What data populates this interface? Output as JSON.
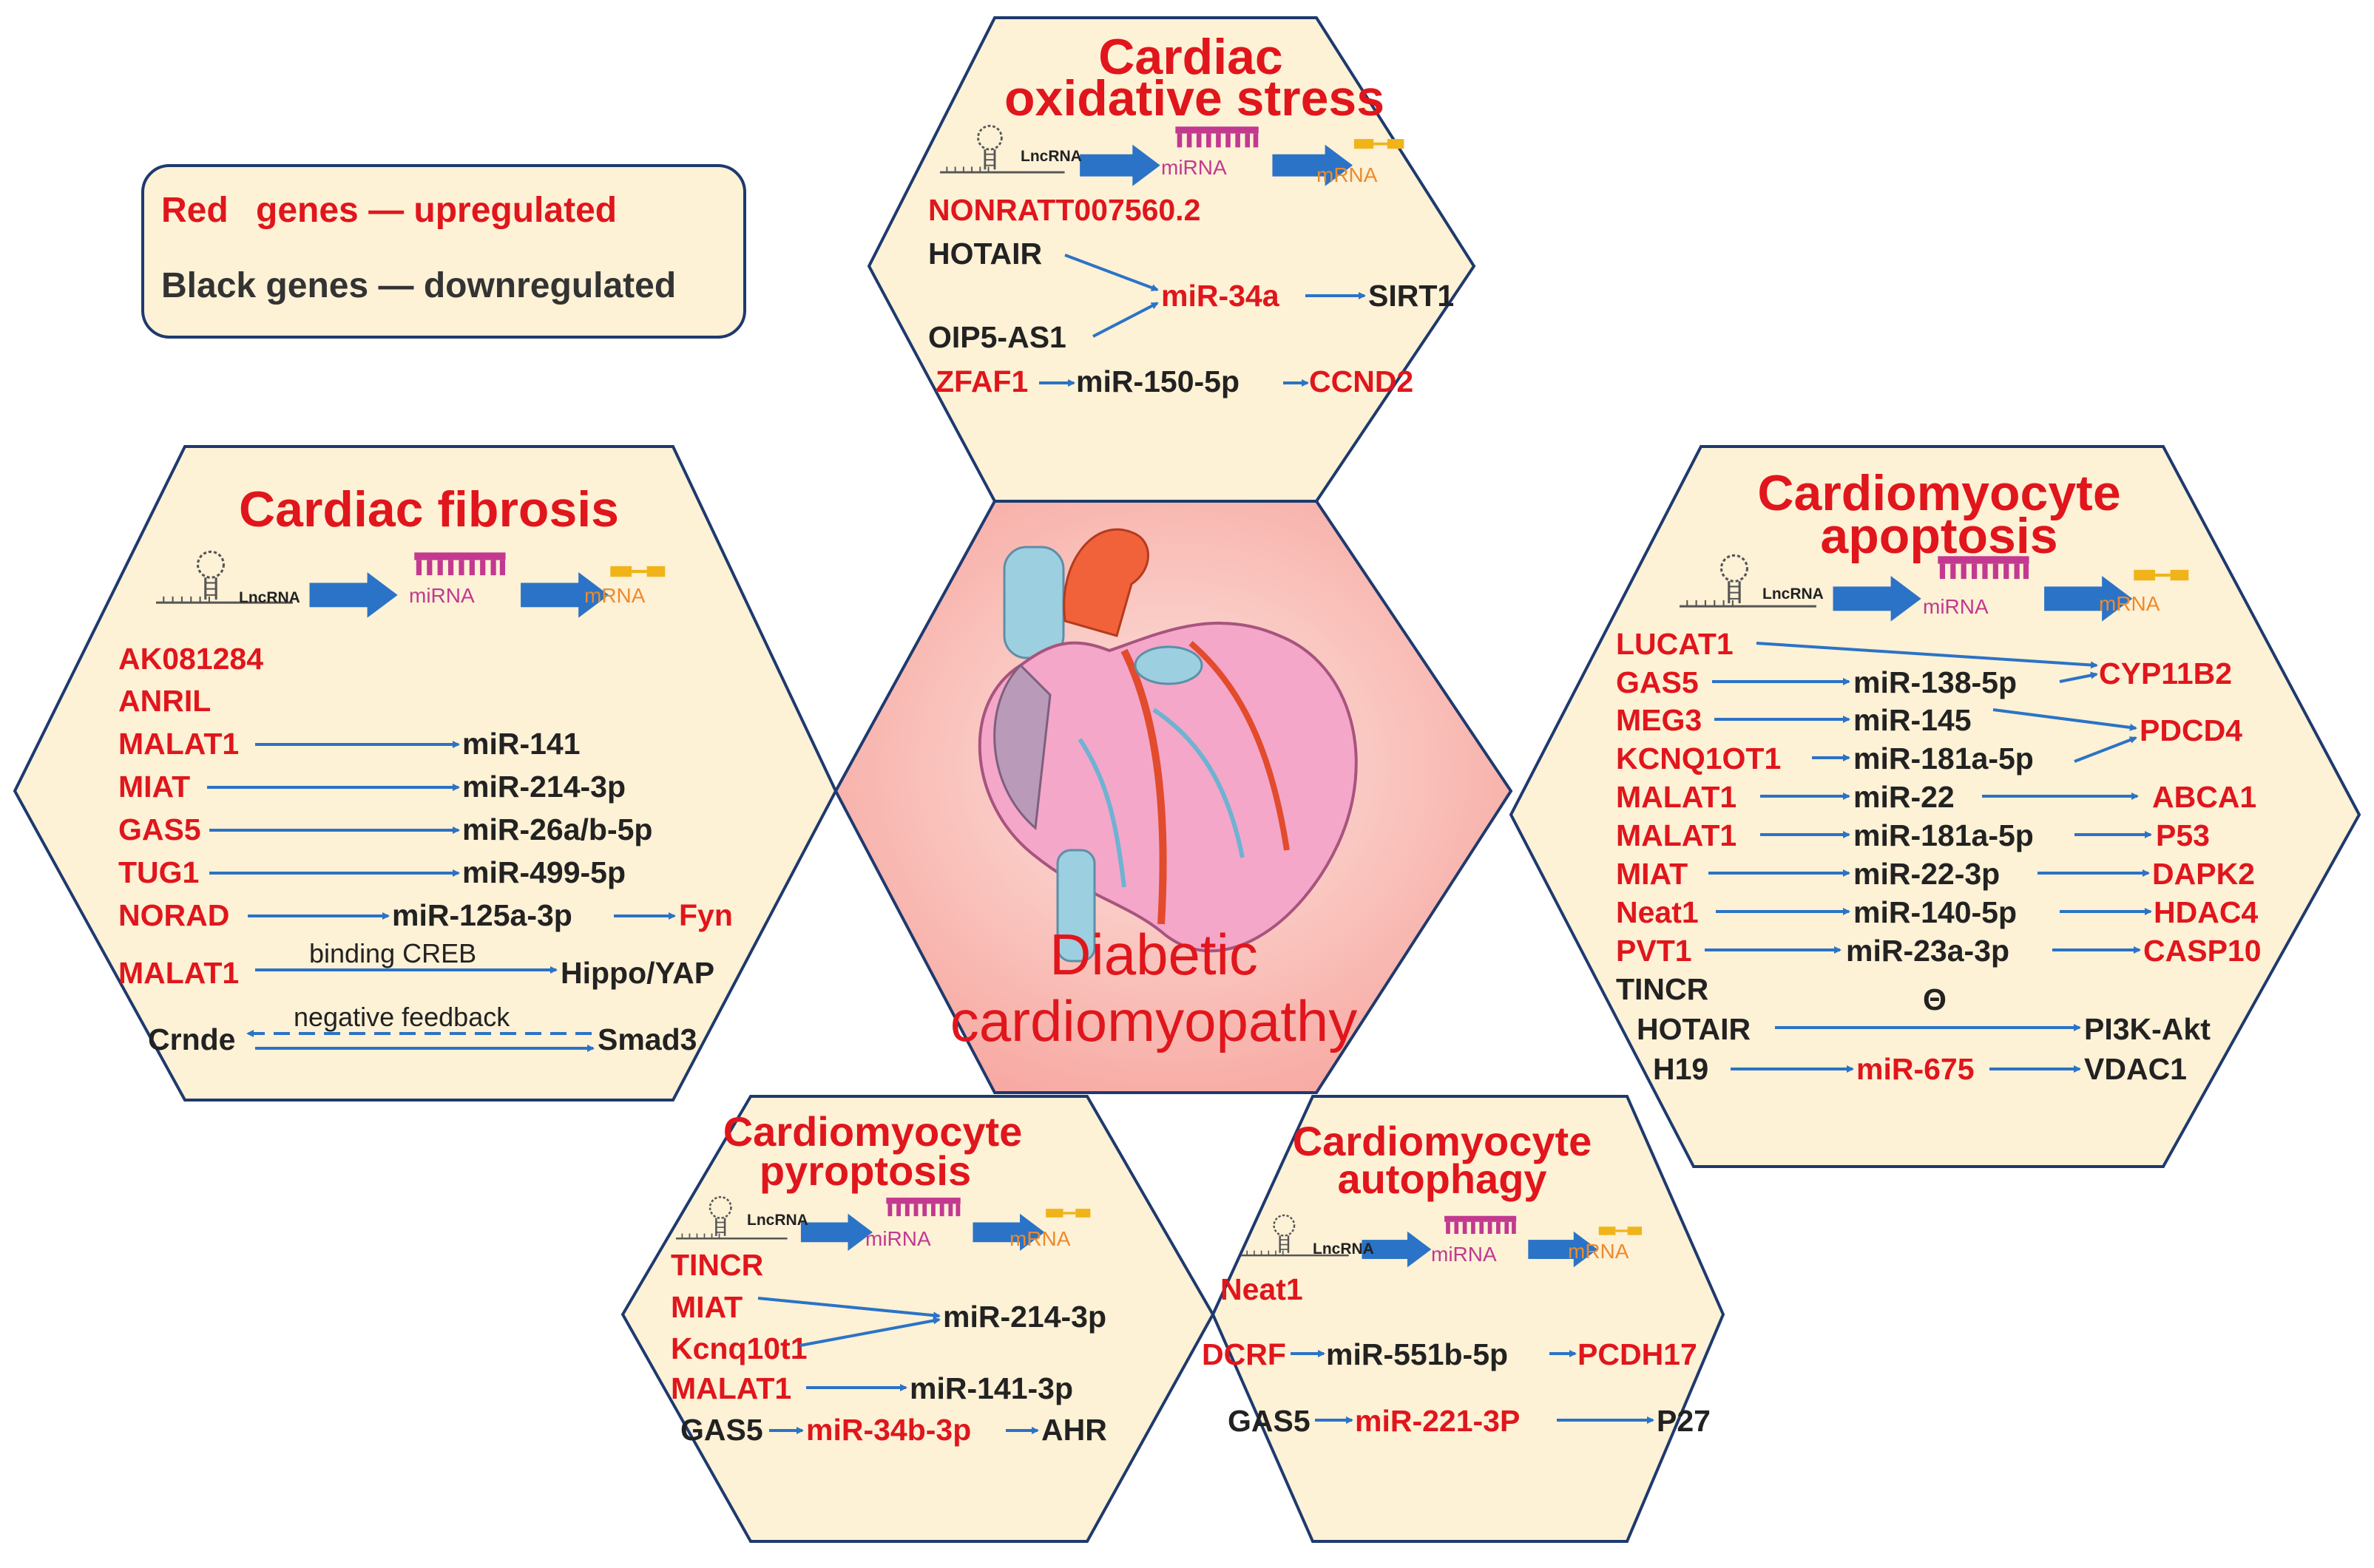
{
  "legend": {
    "red_word": "Red",
    "red_rest": "genes — upregulated",
    "black_line": "Black genes — downregulated"
  },
  "center": {
    "line1": "Diabetic",
    "line2": "cardiomyopathy"
  },
  "icon_labels": {
    "lnc": "LncRNA",
    "mi": "miRNA",
    "m": "mRNA"
  },
  "panels": {
    "oxidative": {
      "title": [
        "Cardiac",
        "oxidative stress"
      ],
      "rows": [
        {
          "lnc": "NONRATT007560.2",
          "lnc_red": true
        },
        {
          "lnc": "HOTAIR",
          "lnc_red": false
        },
        {
          "mi": "miR-34a",
          "mi_red": true,
          "target": "SIRT1",
          "target_red": false
        },
        {
          "lnc": "OIP5-AS1",
          "lnc_red": false
        },
        {
          "lnc": "ZFAF1",
          "lnc_red": true,
          "mi": "miR-150-5p",
          "mi_red": false,
          "target": "CCND2",
          "target_red": true
        }
      ]
    },
    "fibrosis": {
      "title": [
        "Cardiac fibrosis"
      ],
      "rows": [
        {
          "lnc": "AK081284",
          "lnc_red": true
        },
        {
          "lnc": "ANRIL",
          "lnc_red": true
        },
        {
          "lnc": "MALAT1",
          "lnc_red": true,
          "mi": "miR-141",
          "mi_red": false
        },
        {
          "lnc": "MIAT",
          "lnc_red": true,
          "mi": "miR-214-3p",
          "mi_red": false
        },
        {
          "lnc": "GAS5",
          "lnc_red": true,
          "mi": "miR-26a/b-5p",
          "mi_red": false
        },
        {
          "lnc": "TUG1",
          "lnc_red": true,
          "mi": "miR-499-5p",
          "mi_red": false
        },
        {
          "lnc": "NORAD",
          "lnc_red": true,
          "mi": "miR-125a-3p",
          "mi_red": false,
          "target": "Fyn",
          "target_red": true
        },
        {
          "lnc": "MALAT1",
          "lnc_red": true,
          "note": "binding  CREB",
          "target": "Hippo/YAP",
          "target_red": false
        },
        {
          "lnc": "Crnde",
          "lnc_red": false,
          "note": "negative feedback",
          "target": "Smad3",
          "target_red": false
        }
      ]
    },
    "apoptosis": {
      "title": [
        "Cardiomyocyte",
        "apoptosis"
      ],
      "rows": [
        {
          "lnc": "LUCAT1",
          "lnc_red": true
        },
        {
          "lnc": "GAS5",
          "lnc_red": true,
          "mi": "miR-138-5p",
          "mi_red": false,
          "target": "CYP11B2",
          "target_red": true
        },
        {
          "lnc": "MEG3",
          "lnc_red": true,
          "mi": "miR-145",
          "mi_red": false
        },
        {
          "lnc": "KCNQ1OT1",
          "lnc_red": true,
          "mi": "miR-181a-5p",
          "mi_red": false,
          "target": "PDCD4",
          "target_red": true
        },
        {
          "lnc": "MALAT1",
          "lnc_red": true,
          "mi": "miR-22",
          "mi_red": false,
          "target": "ABCA1",
          "target_red": true
        },
        {
          "lnc": "MALAT1",
          "lnc_red": true,
          "mi": "miR-181a-5p",
          "mi_red": false,
          "target": "P53",
          "target_red": true
        },
        {
          "lnc": "MIAT",
          "lnc_red": true,
          "mi": "miR-22-3p",
          "mi_red": false,
          "target": "DAPK2",
          "target_red": true
        },
        {
          "lnc": "Neat1",
          "lnc_red": true,
          "mi": "miR-140-5p",
          "mi_red": false,
          "target": "HDAC4",
          "target_red": true
        },
        {
          "lnc": "PVT1",
          "lnc_red": true,
          "mi": "miR-23a-3p",
          "mi_red": false,
          "target": "CASP10",
          "target_red": true
        },
        {
          "lnc": "TINCR",
          "lnc_red": false,
          "note": "Θ"
        },
        {
          "lnc": "HOTAIR",
          "lnc_red": false,
          "target": "PI3K-Akt",
          "target_red": false
        },
        {
          "lnc": "H19",
          "lnc_red": false,
          "mi": "miR-675",
          "mi_red": true,
          "target": "VDAC1",
          "target_red": false
        }
      ]
    },
    "pyroptosis": {
      "title": [
        "Cardiomyocyte",
        "pyroptosis"
      ],
      "rows": [
        {
          "lnc": "TINCR",
          "lnc_red": true
        },
        {
          "lnc": "MIAT",
          "lnc_red": true,
          "mi": "miR-214-3p",
          "mi_red": false
        },
        {
          "lnc": "Kcnq10t1",
          "lnc_red": true
        },
        {
          "lnc": "MALAT1",
          "lnc_red": true,
          "mi": "miR-141-3p",
          "mi_red": false
        },
        {
          "lnc": "GAS5",
          "lnc_red": false,
          "mi": "miR-34b-3p",
          "mi_red": true,
          "target": "AHR",
          "target_red": false
        }
      ]
    },
    "autophagy": {
      "title": [
        "Cardiomyocyte",
        "autophagy"
      ],
      "rows": [
        {
          "lnc": "Neat1",
          "lnc_red": true
        },
        {
          "lnc": "DCRF",
          "lnc_red": true,
          "mi": "miR-551b-5p",
          "mi_red": false,
          "target": "PCDH17",
          "target_red": true
        },
        {
          "lnc": "GAS5",
          "lnc_red": false,
          "mi": "miR-221-3P",
          "mi_red": true,
          "target": "P27",
          "target_red": false
        }
      ]
    }
  },
  "colors": {
    "up": "#e0161c",
    "down": "#222222",
    "arrow": "#2b73c6",
    "hex_fill": "#fdf1d6",
    "hex_stroke": "#1e3a6e",
    "center_fill": "#f8b9b2",
    "mirna_icon": "#c2398f",
    "mrna_icon": "#f0b419"
  }
}
